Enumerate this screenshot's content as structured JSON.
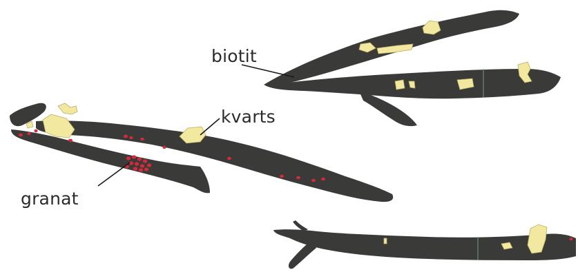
{
  "labels": {
    "biotit": "biotit",
    "kvarts": "kvarts",
    "granat": "granat"
  },
  "colors": {
    "mineral_body": "#3a3a38",
    "quartz": "#f2e8a0",
    "quartz_outline": "#b8ad62",
    "garnet": "#d42a3a",
    "leader_line": "#1a1a1a",
    "label_text": "#2b2b2b"
  }
}
